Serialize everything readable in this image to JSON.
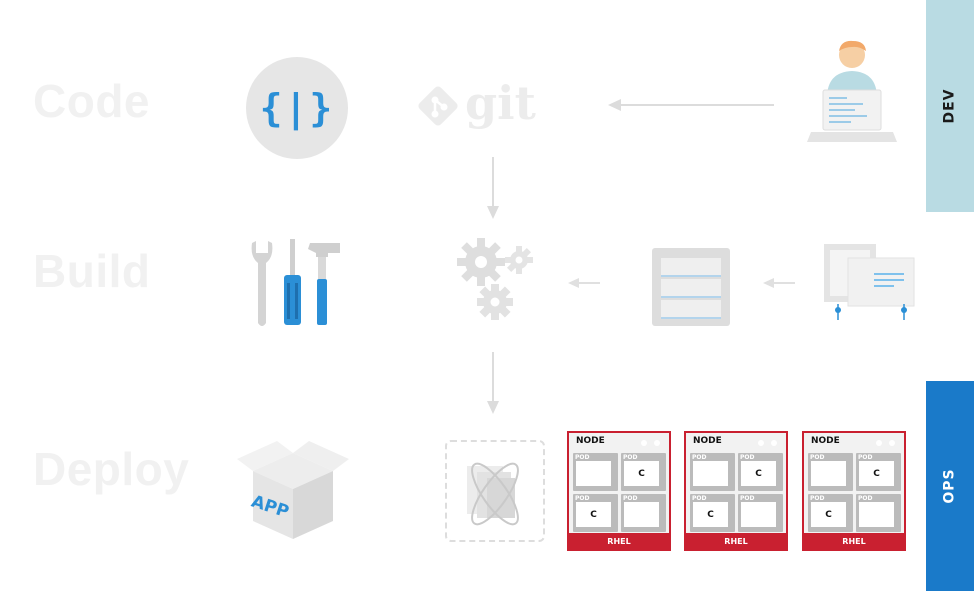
{
  "stages": [
    {
      "label": "Code"
    },
    {
      "label": "Build"
    },
    {
      "label": "Deploy"
    }
  ],
  "tabs": {
    "dev": {
      "label": "DEV",
      "color": "#b9dbe3",
      "text_color": "#1a1a1a"
    },
    "ops": {
      "label": "OPS",
      "color": "#1a7ac9",
      "text_color": "#ffffff"
    }
  },
  "code_icon": {
    "text": "{|}"
  },
  "git": {
    "text": "git"
  },
  "app_box": {
    "text": "APP"
  },
  "nodes": [
    {
      "title": "NODE",
      "footer": "RHEL",
      "pods": [
        {
          "label": "POD",
          "c": ""
        },
        {
          "label": "POD",
          "c": "C"
        },
        {
          "label": "POD",
          "c": "C"
        },
        {
          "label": "POD",
          "c": ""
        }
      ]
    },
    {
      "title": "NODE",
      "footer": "RHEL",
      "pods": [
        {
          "label": "POD",
          "c": ""
        },
        {
          "label": "POD",
          "c": "C"
        },
        {
          "label": "POD",
          "c": "C"
        },
        {
          "label": "POD",
          "c": ""
        }
      ]
    },
    {
      "title": "NODE",
      "footer": "RHEL",
      "pods": [
        {
          "label": "POD",
          "c": ""
        },
        {
          "label": "POD",
          "c": "C"
        },
        {
          "label": "POD",
          "c": "C"
        },
        {
          "label": "POD",
          "c": ""
        }
      ]
    }
  ],
  "colors": {
    "accent_blue": "#2b8fd6",
    "rhel_red": "#c92030",
    "faded_gray": "#e8e8e8"
  }
}
